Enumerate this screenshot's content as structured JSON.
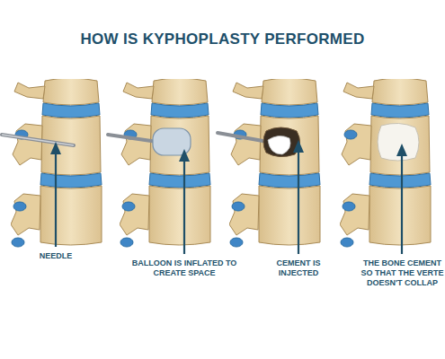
{
  "diagram": {
    "title": "HOW IS KYPHOPLASTY PERFORMED",
    "labels": [
      "NEEDLE",
      "BALLOON IS INFLATED TO CREATE SPACE",
      "CEMENT IS INJECTED",
      "THE BONE CEMENT SO THAT THE VERTE DOESN'T COLLAP"
    ]
  }
}
